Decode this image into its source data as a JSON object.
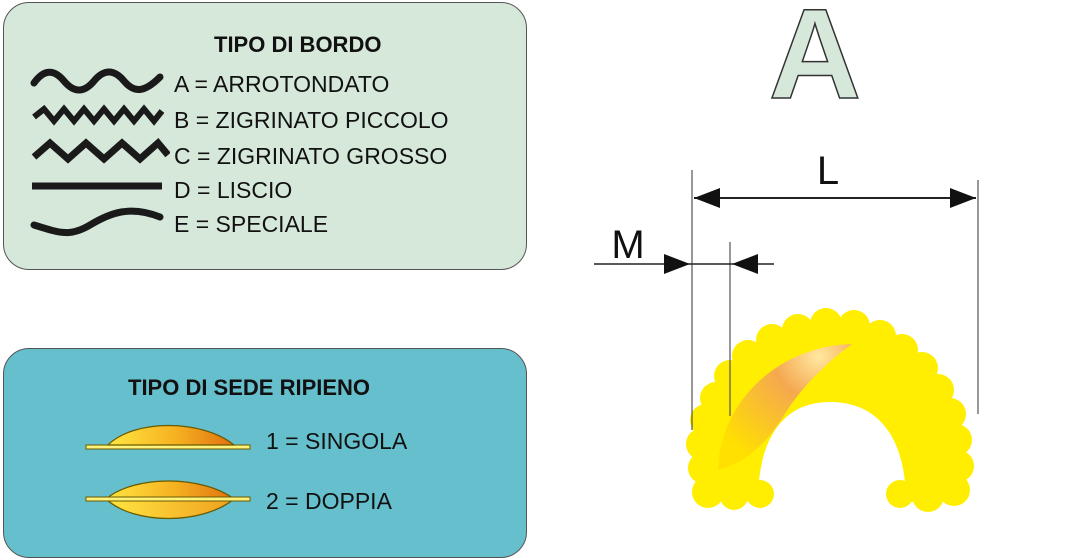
{
  "bordo": {
    "title": "TIPO DI BORDO",
    "items": [
      {
        "icon": "rounded-wave-icon",
        "label": "A = ARROTONDATO"
      },
      {
        "icon": "small-zigzag-icon",
        "label": "B = ZIGRINATO PICCOLO"
      },
      {
        "icon": "large-zigzag-icon",
        "label": "C = ZIGRINATO GROSSO"
      },
      {
        "icon": "straight-line-icon",
        "label": "D = LISCIO"
      },
      {
        "icon": "s-curve-icon",
        "label": "E = SPECIALE"
      }
    ]
  },
  "sede": {
    "title": "TIPO DI SEDE RIPIENO",
    "items": [
      {
        "icon": "single-filling-icon",
        "label": "1 = SINGOLA"
      },
      {
        "icon": "double-filling-icon",
        "label": "2 = DOPPIA"
      }
    ]
  },
  "shape": {
    "letter": "A",
    "dim_L": "L",
    "dim_M": "M"
  },
  "colors": {
    "bordo_panel": "#d6e8da",
    "sede_panel": "#66bfcc",
    "pasta_yellow": "#ffee00",
    "filling_orange": "#f0a030"
  }
}
